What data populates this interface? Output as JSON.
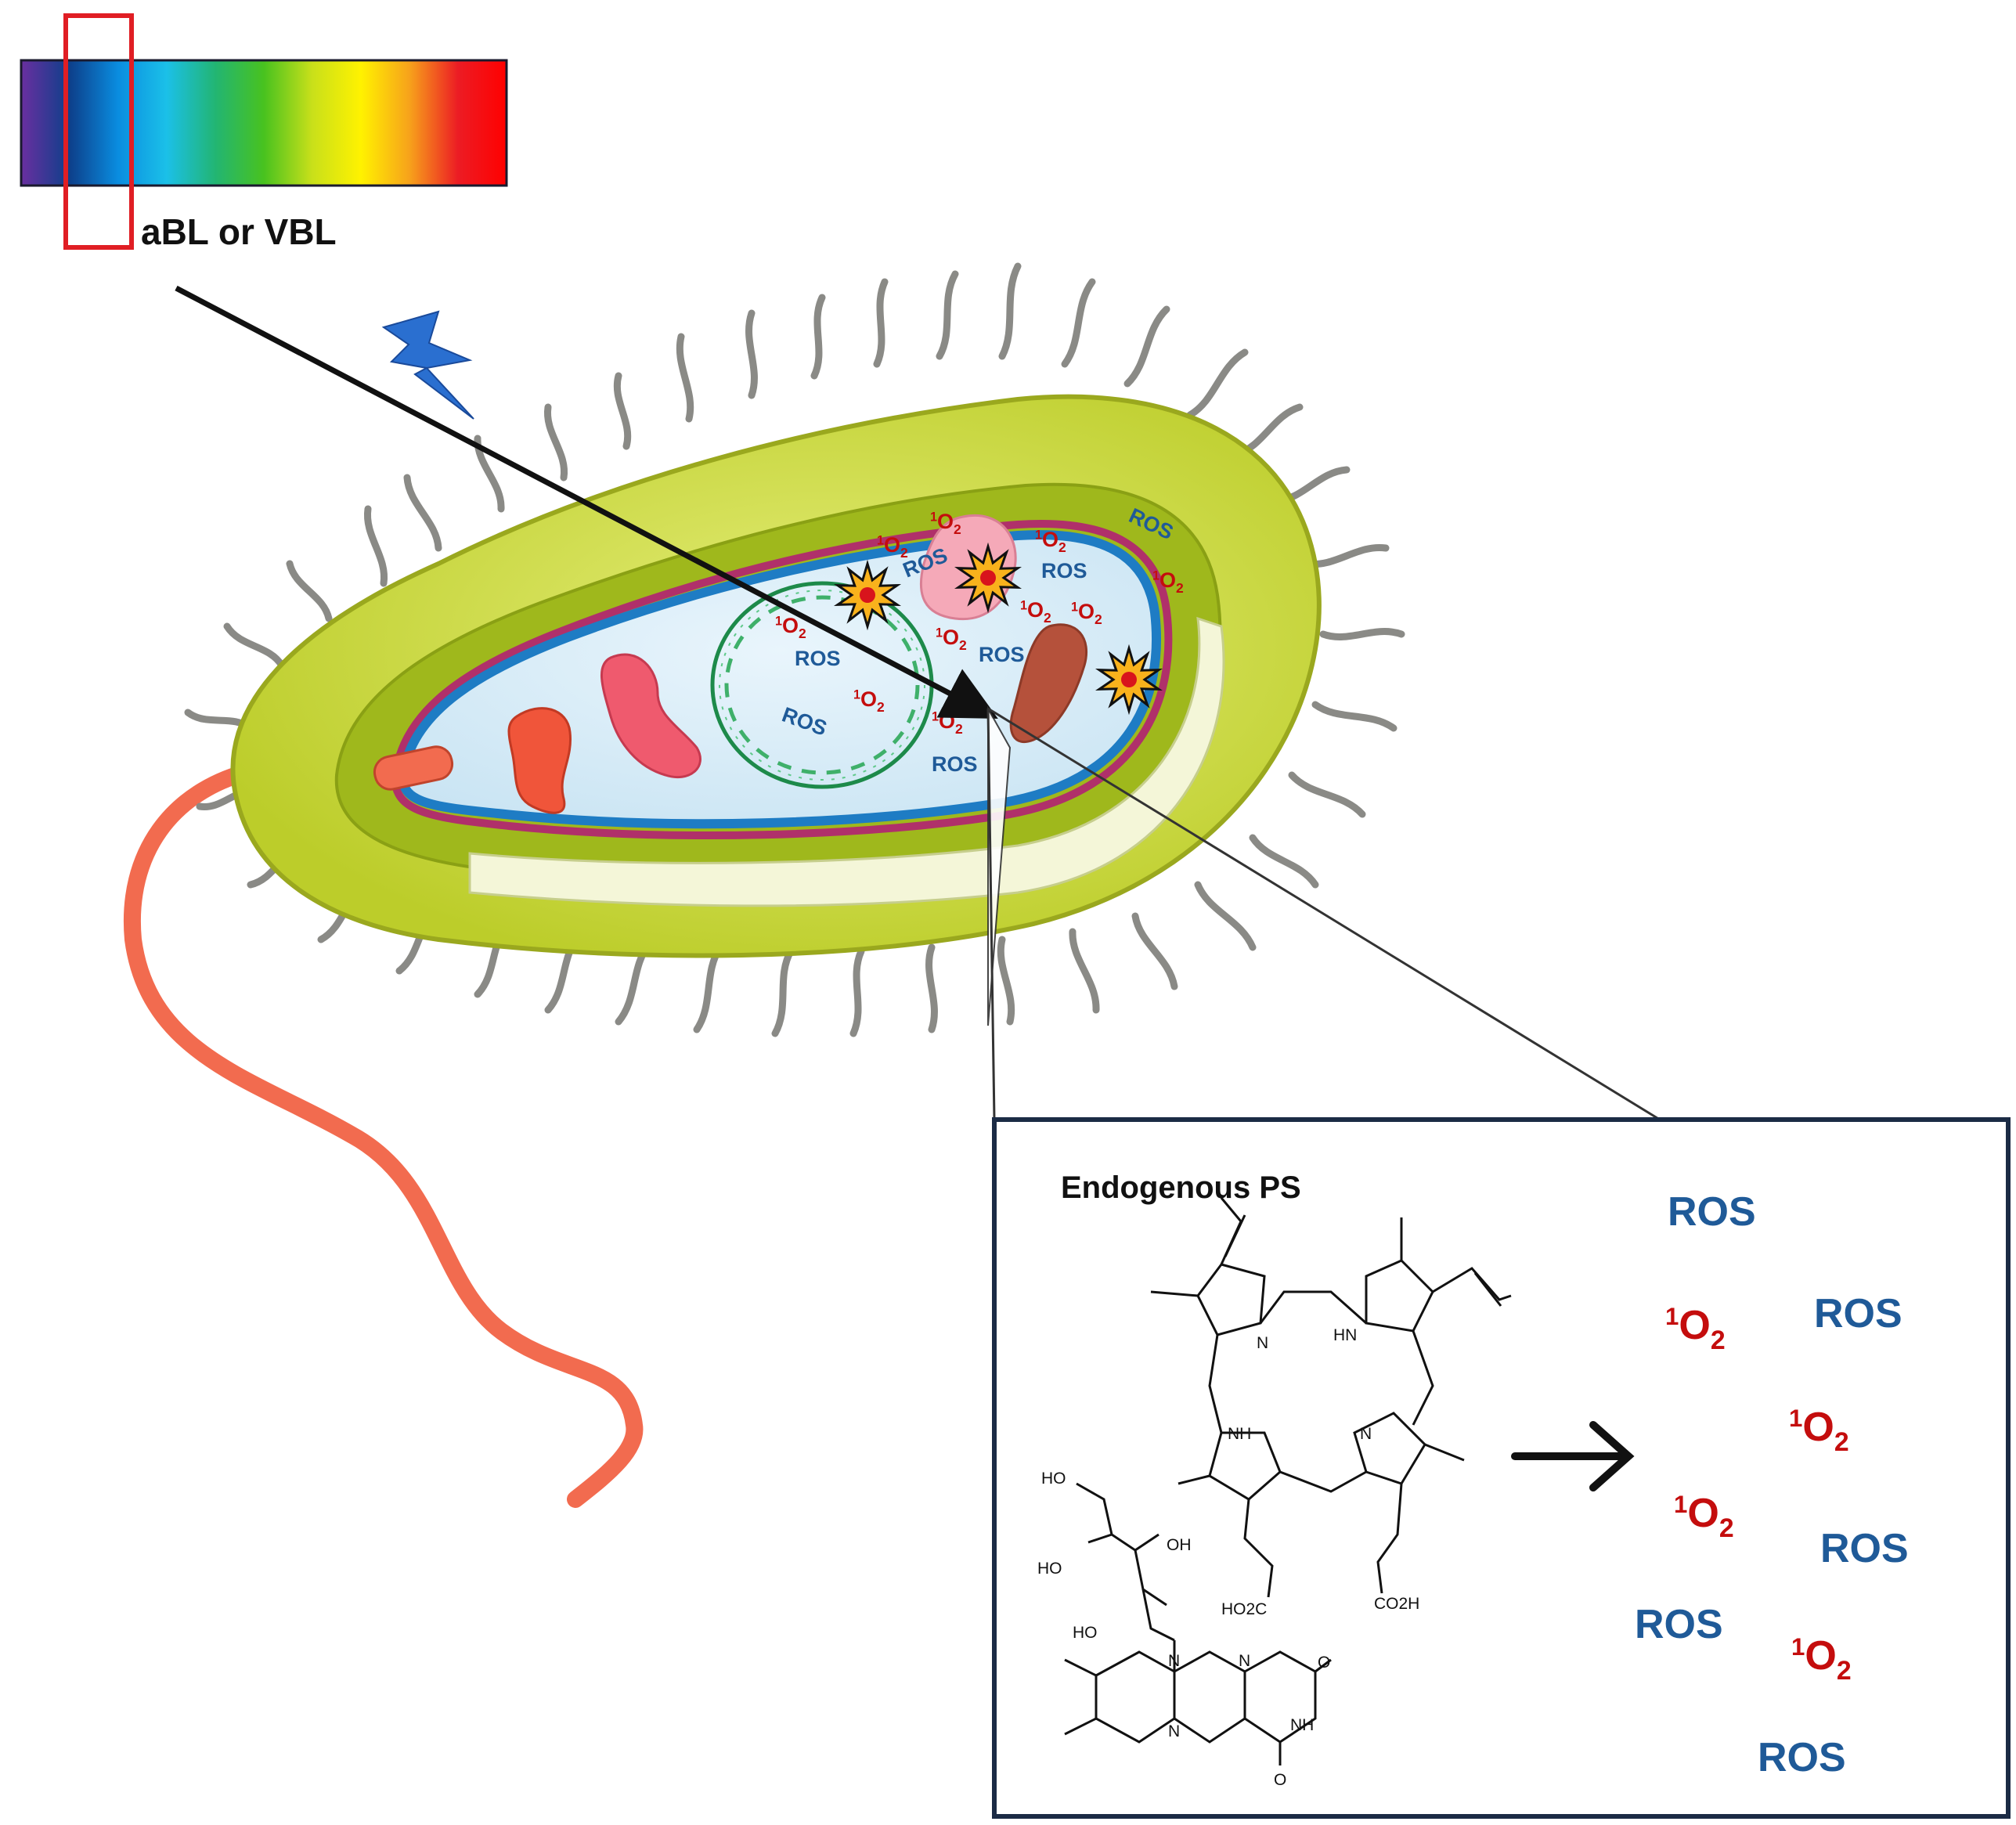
{
  "spectrum": {
    "label": "aBL or VBL",
    "colors": [
      "#6a2fa0",
      "#0d3f8a",
      "#0a8de0",
      "#1bc0e8",
      "#22b573",
      "#48c21f",
      "#c9e01a",
      "#fff200",
      "#f7a21b",
      "#ec1c24",
      "#ff0000"
    ]
  },
  "cell_labels": {
    "ros": "ROS",
    "singlet_oxygen": {
      "superscript": "1",
      "base": "O",
      "subscript": "2"
    }
  },
  "inset": {
    "title": "Endogenous PS",
    "ros": "ROS",
    "singlet_oxygen": {
      "superscript": "1",
      "base": "O",
      "subscript": "2"
    }
  },
  "chem_labels": {
    "n": "N",
    "hn": "HN",
    "nh": "NH",
    "ho2c": "HO2C",
    "co2h": "CO2H",
    "ho": "HO",
    "oh": "OH",
    "o": "O"
  },
  "colors": {
    "ros": "#1f5a98",
    "singlet_oxygen": "#c40d0d",
    "cell_wall": "#c8d62e",
    "cytoplasm": "#d6ecf8",
    "flagellum": "#f26b4f",
    "frame": "#1b2b45",
    "lightning": "#2a6fd0"
  }
}
